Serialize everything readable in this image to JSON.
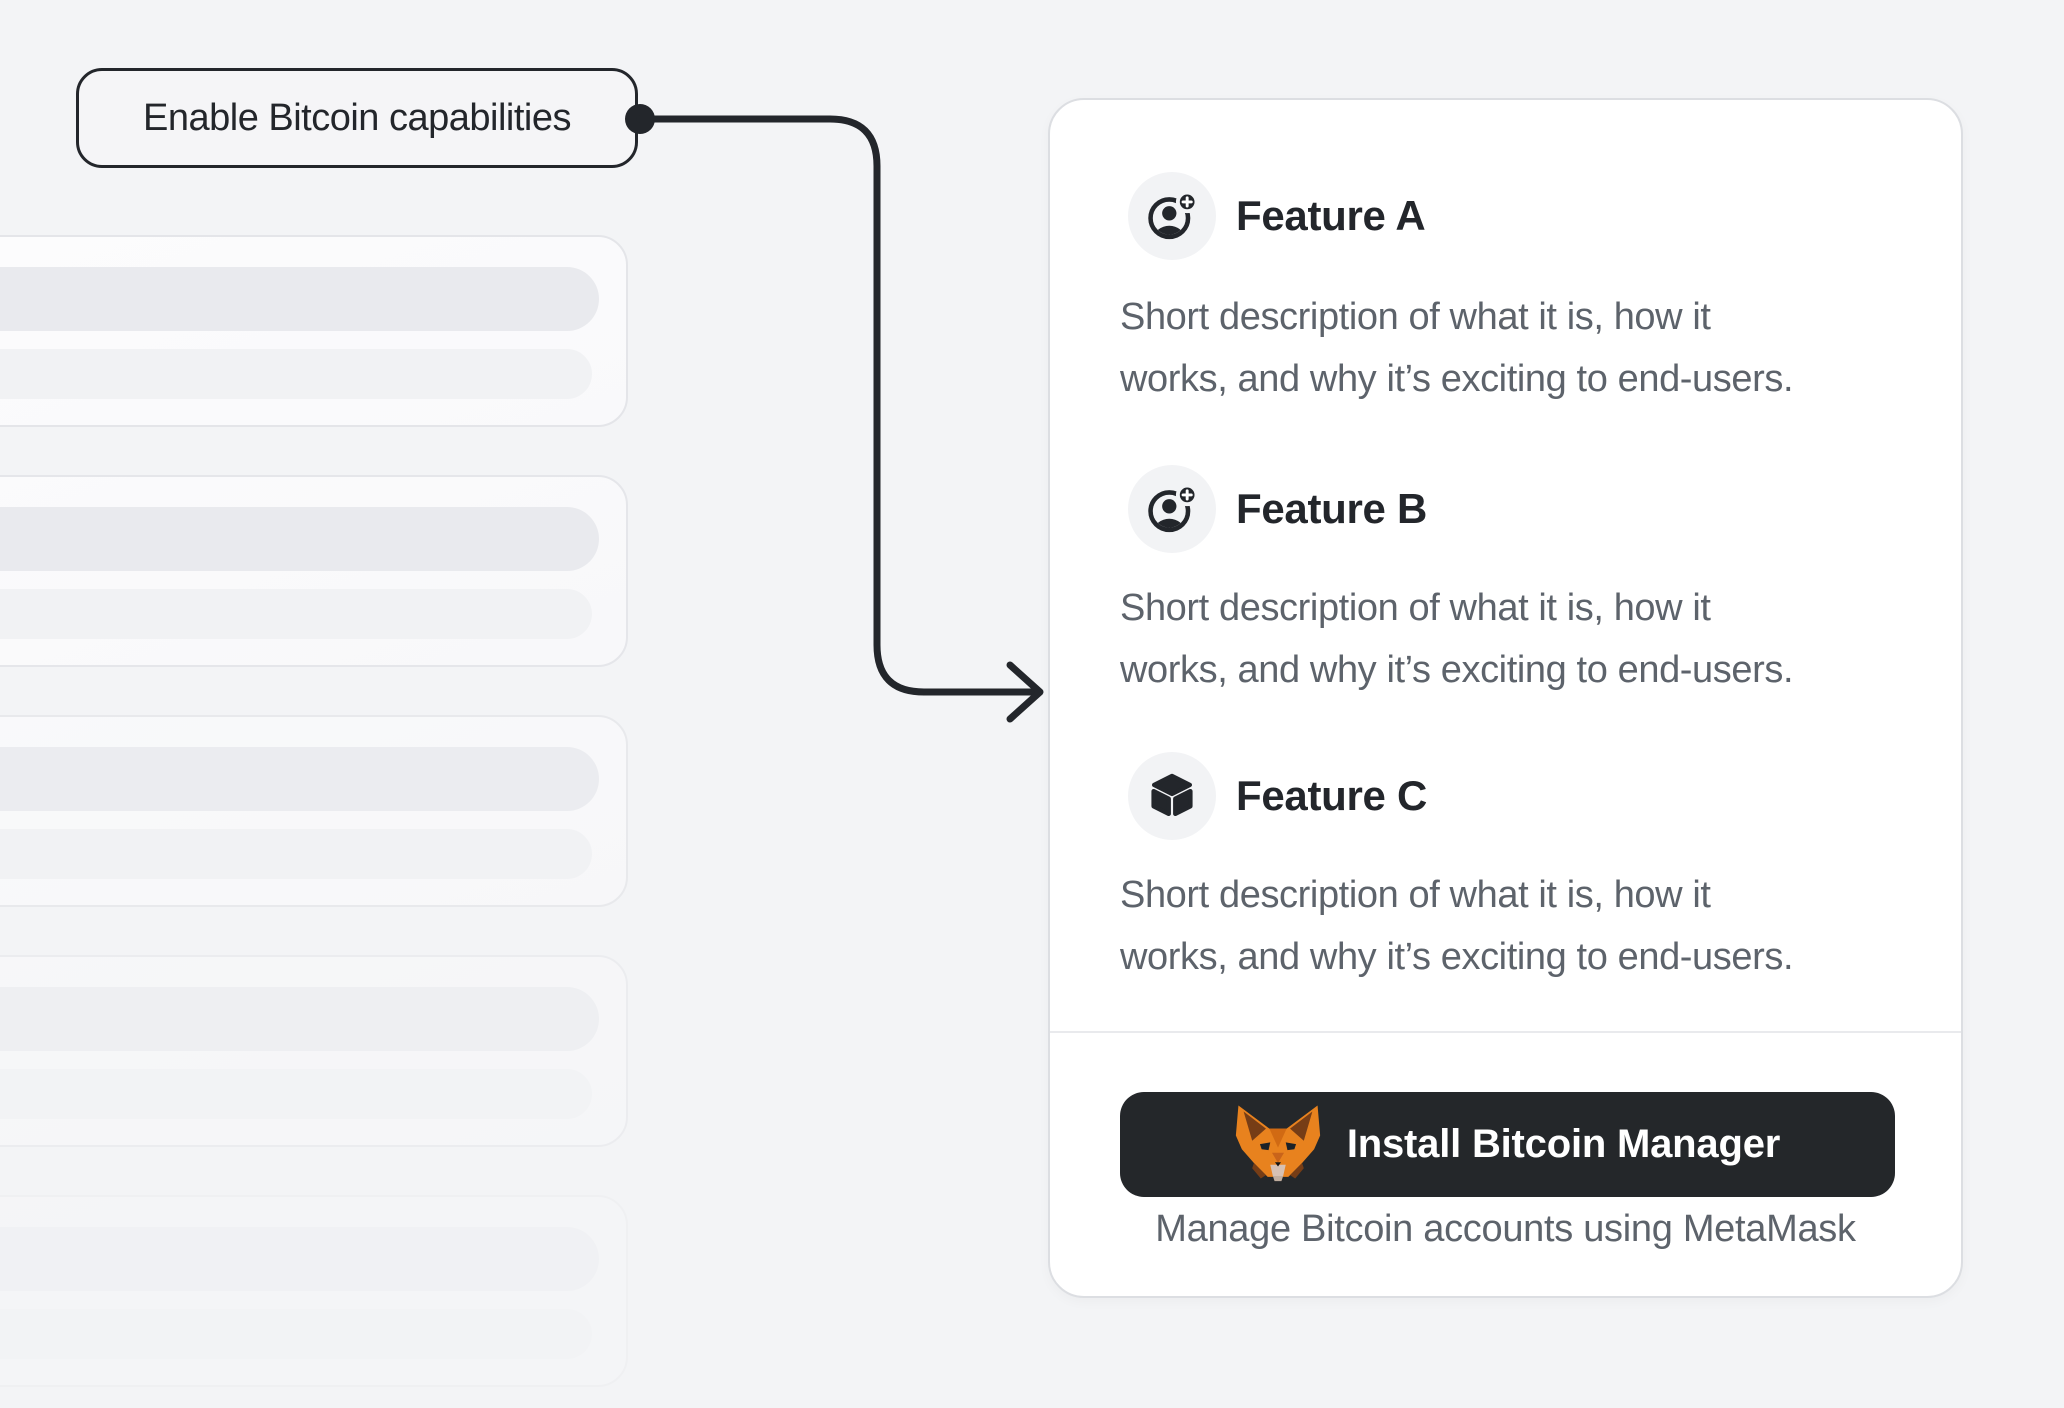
{
  "colors": {
    "page_bg": "#f3f4f6",
    "ink": "#23262b",
    "text_secondary": "#5d636b",
    "button_bg": "#24272a",
    "card_bg": "#ffffff",
    "icon_bubble_bg": "#f2f3f5",
    "fox_orange": "#e8821e"
  },
  "callout": {
    "label": "Enable Bitcoin capabilities"
  },
  "panel": {
    "features": [
      {
        "title": "Feature A",
        "icon": "add-user-icon",
        "description": "Short description of what it is, how it works, and why it’s exciting to end-users.",
        "lines": [
          "Short description of what it is, how it",
          "works, and why it’s exciting to end-users."
        ]
      },
      {
        "title": "Feature B",
        "icon": "add-user-icon",
        "description": "Short description of what it is, how it works, and why it’s exciting to end-users.",
        "lines": [
          "Short description of what it is, how it",
          "works, and why it’s exciting to end-users."
        ]
      },
      {
        "title": "Feature C",
        "icon": "cube-icon",
        "description": "Short description of what it is, how it works, and why it’s exciting to end-users.",
        "lines": [
          "Short description of what it is, how it",
          "works, and why it’s exciting to end-users."
        ]
      }
    ],
    "install_button": {
      "label": "Install Bitcoin Manager",
      "icon": "metamask-fox-icon"
    },
    "caption": "Manage Bitcoin accounts using MetaMask"
  },
  "skeleton_list": {
    "card_count": 5
  }
}
